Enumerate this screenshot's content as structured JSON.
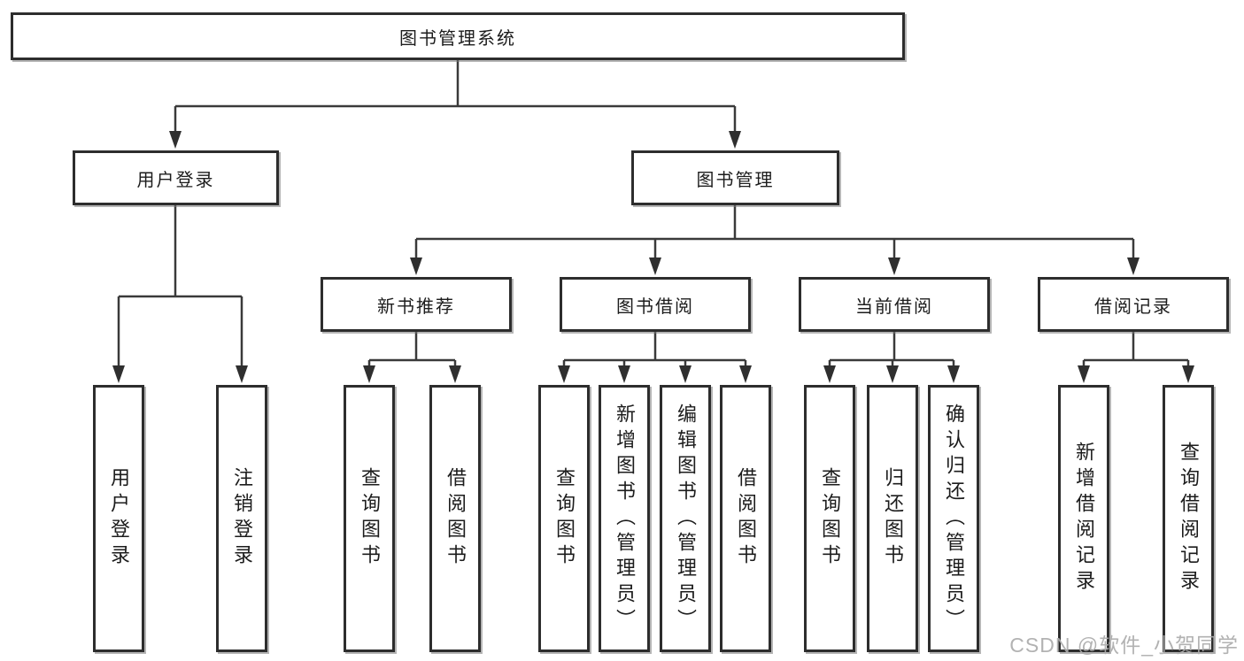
{
  "colors": {
    "line": "#3a3a3a",
    "arrow": "#2f2f2f",
    "box_border": "#2d2d2d",
    "text": "#1c1c1c",
    "watermark": "#ababab"
  },
  "watermark": {
    "text": "CSDN @软件_小贺同学"
  },
  "tree": {
    "root": {
      "label": "图书管理系统",
      "children": [
        {
          "label": "用户登录",
          "children": [
            {
              "label": "用户登录"
            },
            {
              "label": "注销登录"
            }
          ]
        },
        {
          "label": "图书管理",
          "children": [
            {
              "label": "新书推荐",
              "children": [
                {
                  "label": "查询图书"
                },
                {
                  "label": "借阅图书"
                }
              ]
            },
            {
              "label": "图书借阅",
              "children": [
                {
                  "label": "查询图书"
                },
                {
                  "label": "新增图书（管理员）"
                },
                {
                  "label": "编辑图书（管理员）"
                },
                {
                  "label": "借阅图书"
                }
              ]
            },
            {
              "label": "当前借阅",
              "children": [
                {
                  "label": "查询图书"
                },
                {
                  "label": "归还图书"
                },
                {
                  "label": "确认归还（管理员）"
                }
              ]
            },
            {
              "label": "借阅记录",
              "children": [
                {
                  "label": "新增借阅记录"
                },
                {
                  "label": "查询借阅记录"
                }
              ]
            }
          ]
        }
      ]
    }
  }
}
